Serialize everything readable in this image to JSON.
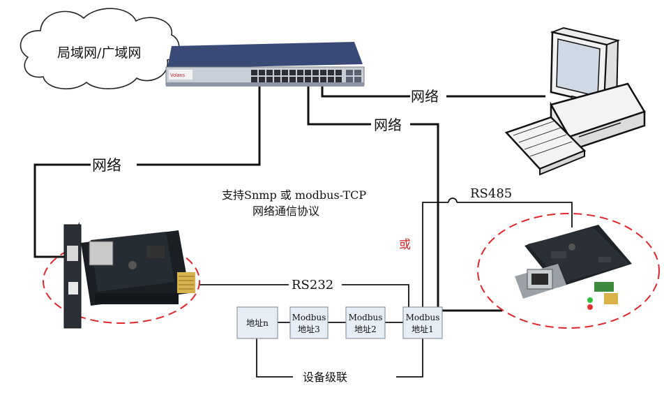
{
  "cloud": {
    "label": "局域网/广域网"
  },
  "links": {
    "net_pc": "网络",
    "net_board": "网络",
    "net_card": "网络",
    "rs485": "RS485",
    "rs232": "RS232"
  },
  "protocol_note": {
    "line1": "支持Snmp 或 modbus-TCP",
    "line2": "网络通信协议"
  },
  "or_label": "或",
  "cascade_label": "设备级联",
  "devices": [
    {
      "line1": "",
      "line2": "地址n"
    },
    {
      "line1": "Modbus",
      "line2": "地址3"
    },
    {
      "line1": "Modbus",
      "line2": "地址2"
    },
    {
      "line1": "Modbus",
      "line2": "地址1"
    }
  ],
  "colors": {
    "line": "#111111",
    "dash_circle": "#e0262a",
    "or_text": "#d22424",
    "box_fill": "#e6edf4",
    "box_stroke": "#7a8796"
  }
}
